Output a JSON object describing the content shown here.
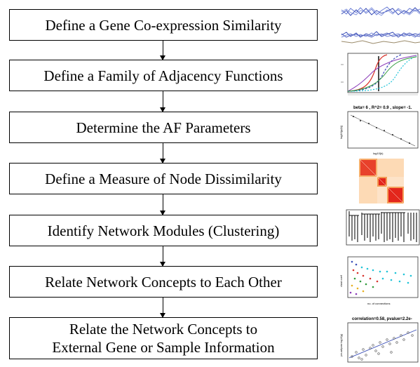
{
  "flow": {
    "steps": [
      {
        "label": "Define a Gene Co-expression Similarity"
      },
      {
        "label": "Define a Family of Adjacency Functions"
      },
      {
        "label": "Determine the AF Parameters"
      },
      {
        "label": "Define a Measure of Node Dissimilarity"
      },
      {
        "label": "Identify Network Modules (Clustering)"
      },
      {
        "label": "Relate Network Concepts to Each Other"
      },
      {
        "label_line1": "Relate the Network Concepts to",
        "label_line2": "External Gene or Sample Information"
      }
    ]
  },
  "thumbnails": {
    "t3_title": "beta= 6 , R^2= 0.9 , slope= -1.",
    "t3_ylabel": "log10(p(k))",
    "t3_xlabel": "log10(k)",
    "t6_ylabel": "clust coef",
    "t6_xlabel": "no. of connections",
    "t7_title": "correlation=0.58, pvalue=2.2e-",
    "t7_ylabel": "pre-adipose log10(g)"
  },
  "colors": {
    "box_border": "#000000",
    "heatmap_dark": "#e3261c",
    "heatmap_light": "#fde3c8",
    "series_blue": "#3b4fb8",
    "series_red": "#d8332c",
    "series_green": "#2f9a3c",
    "series_cyan": "#20c4d8"
  }
}
